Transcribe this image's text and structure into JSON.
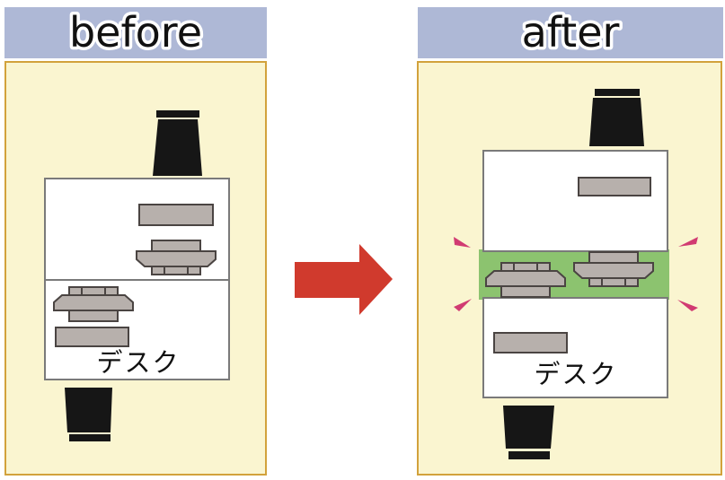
{
  "panels": {
    "before": {
      "header_label": "before",
      "desk_label": "デスク"
    },
    "after": {
      "header_label": "after",
      "desk_label": "デスク"
    }
  },
  "colors": {
    "canvas-bg": "#ffffff",
    "header-bg": "#aeb8d6",
    "panel-bg": "#faf5d0",
    "panel-border": "#d2a23c",
    "desk-fill": "#ffffff",
    "desk-border": "#7a7a7a",
    "shape-fill": "#b7b0ac",
    "shape-stroke": "#4a4442",
    "chair-fill": "#161616",
    "highlight-green": "#8cc36f",
    "arrow-red": "#d03a2d",
    "spark-pink": "#d13b72",
    "text-color": "#111111"
  }
}
